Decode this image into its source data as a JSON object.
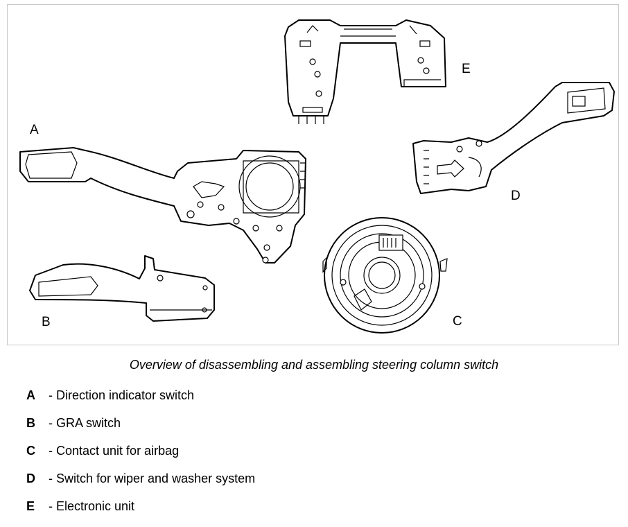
{
  "diagram": {
    "labels": {
      "A": "A",
      "B": "B",
      "C": "C",
      "D": "D",
      "E": "E"
    }
  },
  "caption": "Overview of disassembling and assembling steering column switch",
  "legend": [
    {
      "letter": "A",
      "text": "- Direction indicator switch"
    },
    {
      "letter": "B",
      "text": "- GRA switch"
    },
    {
      "letter": "C",
      "text": "- Contact unit for airbag"
    },
    {
      "letter": "D",
      "text": "- Switch for wiper and washer system"
    },
    {
      "letter": "E",
      "text": "- Electronic unit"
    }
  ]
}
